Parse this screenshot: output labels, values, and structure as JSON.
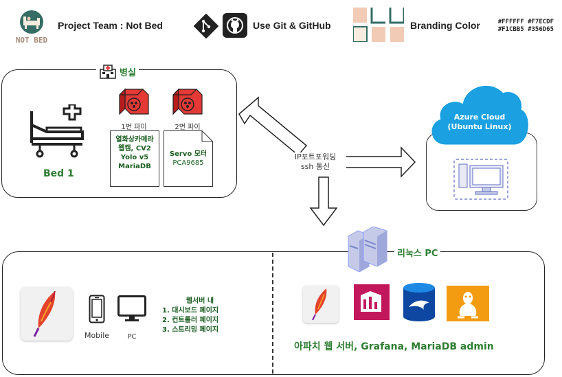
{
  "header": {
    "team_label": "Project Team : Not Bed",
    "logo_text": "NOT BED",
    "git_label": "Use Git & GitHub",
    "branding_label": "Branding Color",
    "branding_codes_line1": "#FFFFFF #F7ECDF",
    "branding_codes_line2": "#F1CBB5 #356D65"
  },
  "colors": {
    "white": "#FFFFFF",
    "cream": "#F7ECDF",
    "peach": "#F1CBB5",
    "teal": "#356D65"
  },
  "room": {
    "label": "병실",
    "bed_label": "Bed 1",
    "pi1_label": "1번 파이",
    "pi1_items": [
      "열화상카메라",
      "웹캠, CV2",
      "Yolo v5",
      "MariaDB"
    ],
    "pi2_label": "2번 파이",
    "pi2_items": [
      "Servo 모터",
      "PCA9685"
    ]
  },
  "connection": {
    "line1": "IP포트포워딩",
    "line2": "ssh 통신"
  },
  "azure": {
    "line1": "Azure Cloud",
    "line2": "(Ubuntu Linux)"
  },
  "server": {
    "label": "리눅스 PC",
    "mobile_label": "Mobile",
    "pc_label": "PC",
    "web_title": "웹서버 내",
    "web_items": [
      "1. 대시보드 페이지",
      "2. 컨트롤러 페이지",
      "3. 스트리밍 페이지"
    ],
    "services_label": "아파치 웹 서버, Grafana, MariaDB admin"
  },
  "icons": [
    "logo-icon",
    "git-icon",
    "github-icon",
    "color-palette-icon",
    "hospital-icon",
    "raspberry-pi-icon",
    "bed-icon",
    "azure-cloud-icon",
    "server-icon",
    "apache-feather-icon",
    "mobile-icon",
    "monitor-icon",
    "grafana-icon",
    "mariadb-icon",
    "linux-icon"
  ]
}
